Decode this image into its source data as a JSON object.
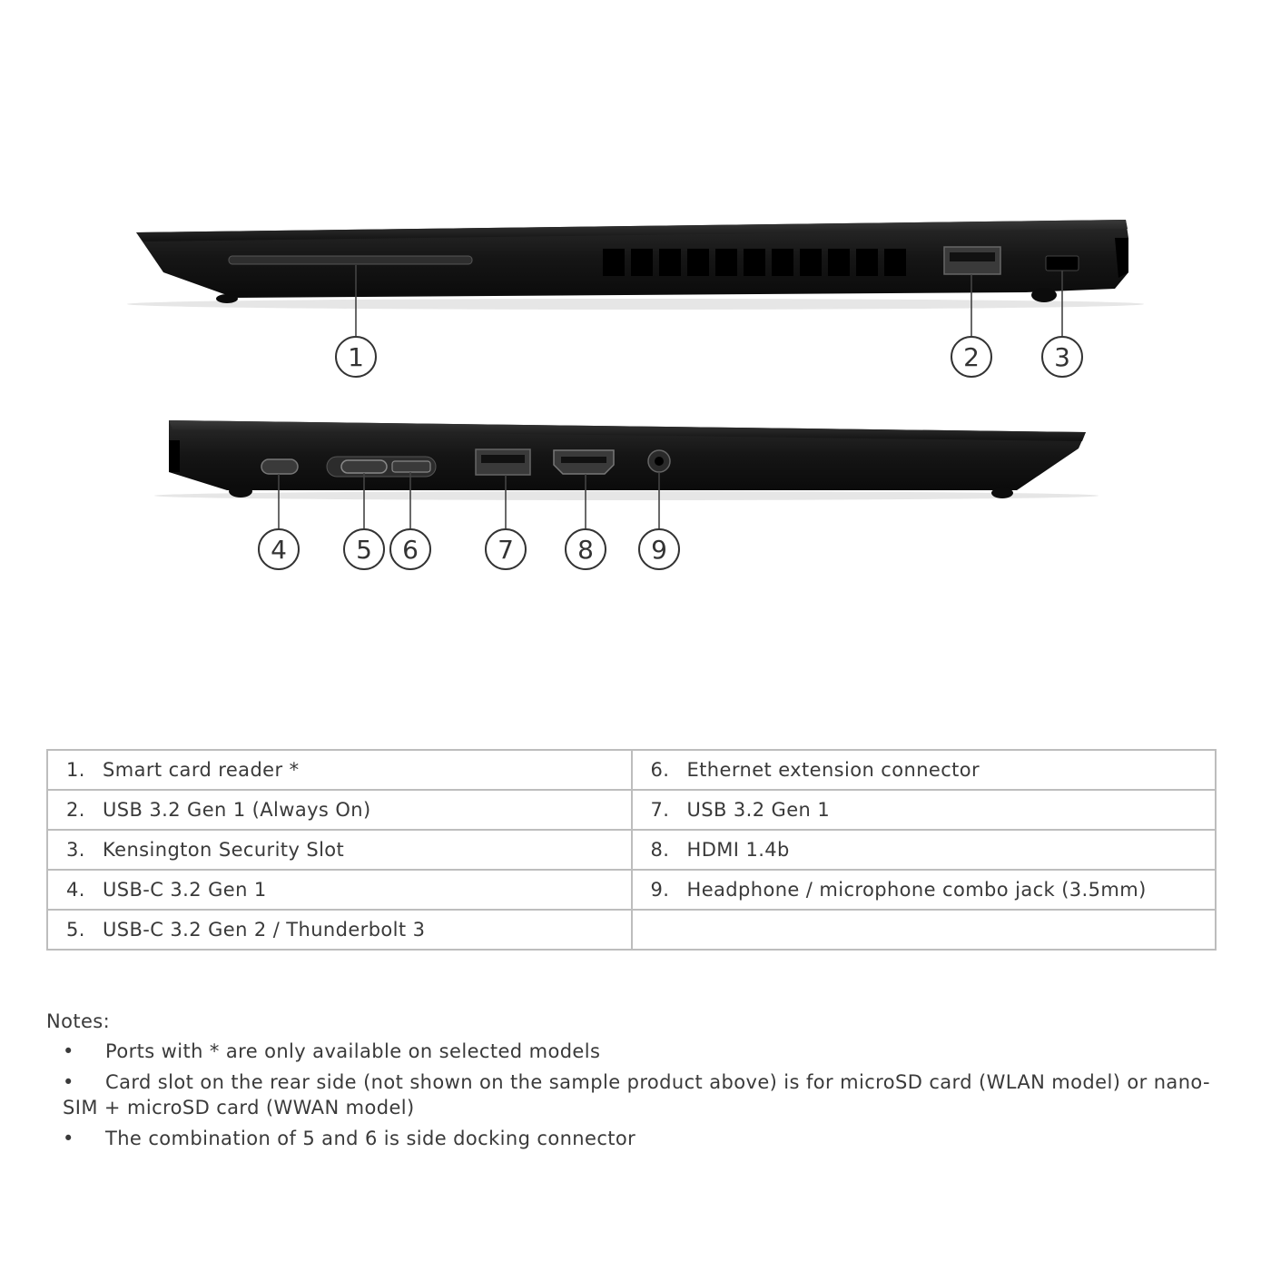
{
  "callouts": {
    "top": [
      "1",
      "2",
      "3"
    ],
    "bottom": [
      "4",
      "5",
      "6",
      "7",
      "8",
      "9"
    ]
  },
  "table": {
    "rows": [
      {
        "left": {
          "num": "1.",
          "label": "Smart card reader *"
        },
        "right": {
          "num": "6.",
          "label": "Ethernet extension connector"
        }
      },
      {
        "left": {
          "num": "2.",
          "label": "USB 3.2 Gen 1 (Always On)"
        },
        "right": {
          "num": "7.",
          "label": "USB 3.2 Gen 1"
        }
      },
      {
        "left": {
          "num": "3.",
          "label": "Kensington Security Slot"
        },
        "right": {
          "num": "8.",
          "label": "HDMI 1.4b"
        }
      },
      {
        "left": {
          "num": "4.",
          "label": "USB-C 3.2 Gen 1"
        },
        "right": {
          "num": "9.",
          "label": "Headphone / microphone combo jack (3.5mm)"
        }
      },
      {
        "left": {
          "num": "5.",
          "label": "USB-C 3.2 Gen 2 / Thunderbolt 3"
        },
        "right": {
          "num": "",
          "label": ""
        }
      }
    ]
  },
  "notes": {
    "title": "Notes:",
    "bullet": "•",
    "items": [
      "Ports with * are only available on selected models",
      "Card slot on the rear side (not shown on the sample product above) is for microSD card (WLAN model) or nano-SIM + microSD card (WWAN model)",
      "The combination of 5 and 6 is side docking connector"
    ]
  },
  "colors": {
    "chassis": "#141414",
    "table_border": "#bdbdbd",
    "text": "#3a3a3a"
  }
}
